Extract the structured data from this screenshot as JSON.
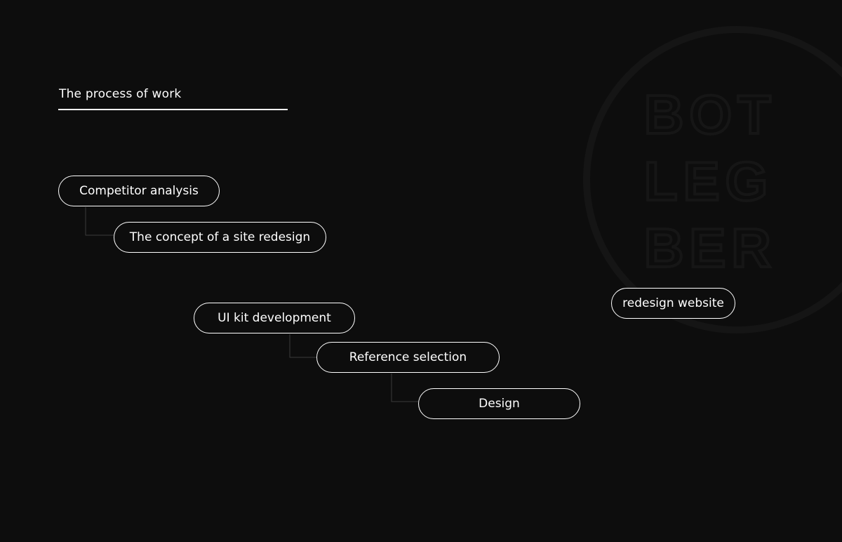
{
  "title": "The process of work",
  "steps": [
    {
      "label": "Competitor analysis"
    },
    {
      "label": "The concept of a site redesign"
    },
    {
      "label": "UI kit development"
    },
    {
      "label": "Reference selection"
    },
    {
      "label": "Design"
    }
  ],
  "tag": {
    "label": "redesign website"
  },
  "watermark": {
    "lines": [
      "BOT",
      "LEG",
      "BER"
    ]
  },
  "colors": {
    "background": "#0d0d0d",
    "foreground": "#ffffff",
    "watermark": "#151515",
    "connector": "#3a3a3a"
  }
}
